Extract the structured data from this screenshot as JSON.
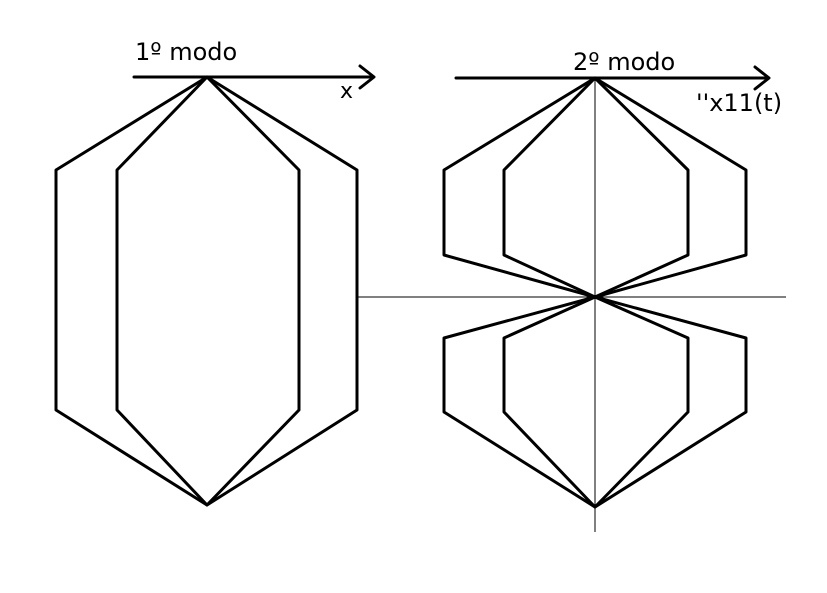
{
  "diagram": {
    "left": {
      "title": "1º modo",
      "axis_label": "x"
    },
    "right": {
      "title": "2º modo",
      "axis_label": "''x11(t)"
    },
    "colors": {
      "line": "#000000",
      "background": "#ffffff"
    }
  }
}
